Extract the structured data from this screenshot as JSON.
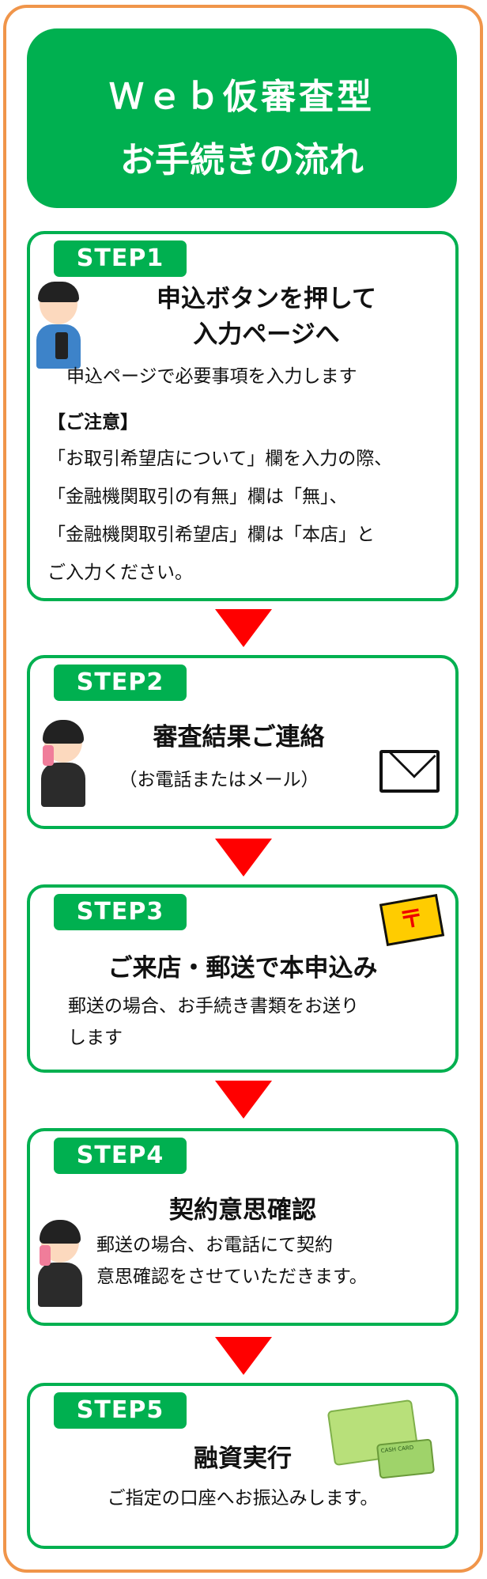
{
  "header": {
    "line1": "Ｗｅｂ仮審査型",
    "line2": "お手続きの流れ"
  },
  "steps": [
    {
      "badge": "STEP1",
      "heading1": "申込ボタンを押して",
      "heading2": "入力ページへ",
      "text": "申込ページで必要事項を入力します",
      "note_title": "【ご注意】",
      "note_lines": [
        "「お取引希望店について」欄を入力の際、",
        "「金融機関取引の有無」欄は「無」、",
        "「金融機関取引希望店」欄は「本店」と",
        "ご入力ください。"
      ]
    },
    {
      "badge": "STEP2",
      "heading": "審査結果ご連絡",
      "text": "（お電話またはメール）"
    },
    {
      "badge": "STEP3",
      "heading": "ご来店・郵送で本申込み",
      "text1": "郵送の場合、お手続き書類をお送り",
      "text2": "します",
      "postal_mark": "〒"
    },
    {
      "badge": "STEP4",
      "heading": "契約意思確認",
      "text1": "郵送の場合、お電話にて契約",
      "text2": "意思確認をさせていただきます。"
    },
    {
      "badge": "STEP5",
      "heading": "融資実行",
      "text": "ご指定の口座へお振込みします。",
      "card_label": "CASH CARD"
    }
  ],
  "colors": {
    "green": "#00b050",
    "orange": "#f0954a",
    "arrow": "#ff0000",
    "postal": "#ffcc00"
  }
}
